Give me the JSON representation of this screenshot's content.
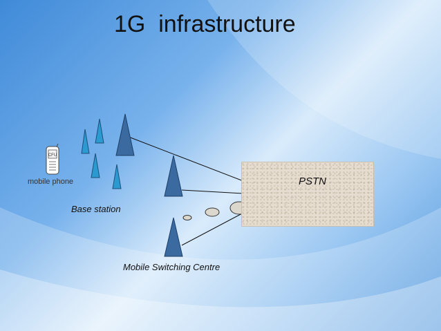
{
  "slide": {
    "title": "1G  infrastructure"
  },
  "diagram": {
    "nodes": {
      "pstn": "PSTN",
      "base_station": "Base station",
      "msc": "Mobile Switching Centre",
      "mobile_phone": "mobile phone",
      "phone_screen_text": "CFU"
    }
  },
  "colors": {
    "tower_fill": "#3a6aa0",
    "tower_fill_light": "#2a9ad0",
    "pstn_fill": "#e6ddd0",
    "link_line": "#111111"
  }
}
